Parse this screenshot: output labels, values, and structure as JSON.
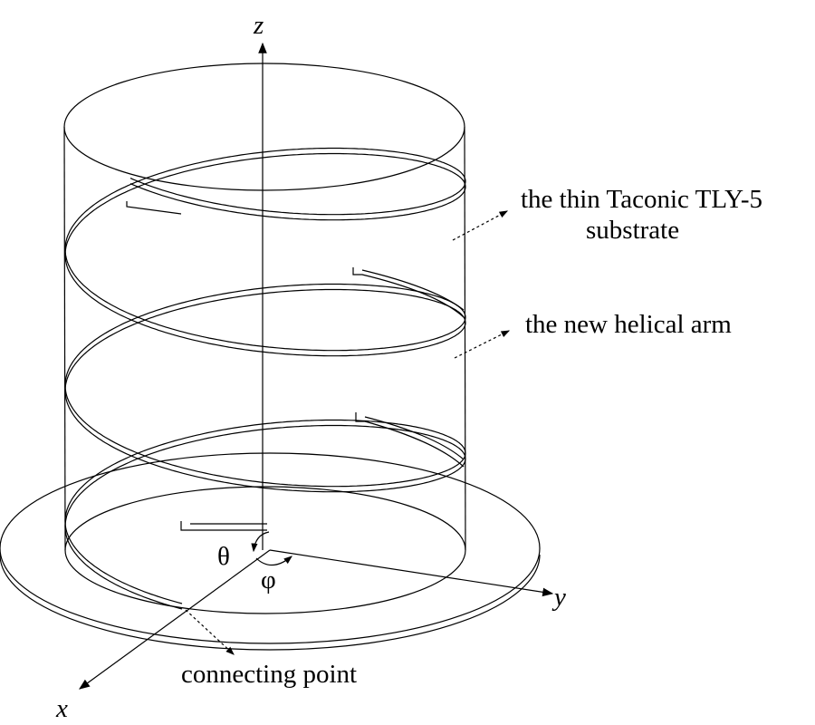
{
  "axes": {
    "x": "x",
    "y": "y",
    "z": "z",
    "theta": "θ",
    "phi": "φ"
  },
  "labels": {
    "substrate_line1": "the thin Taconic TLY-5",
    "substrate_line2": "substrate",
    "helical_arm": "the new helical arm",
    "connecting_point": "connecting point"
  }
}
